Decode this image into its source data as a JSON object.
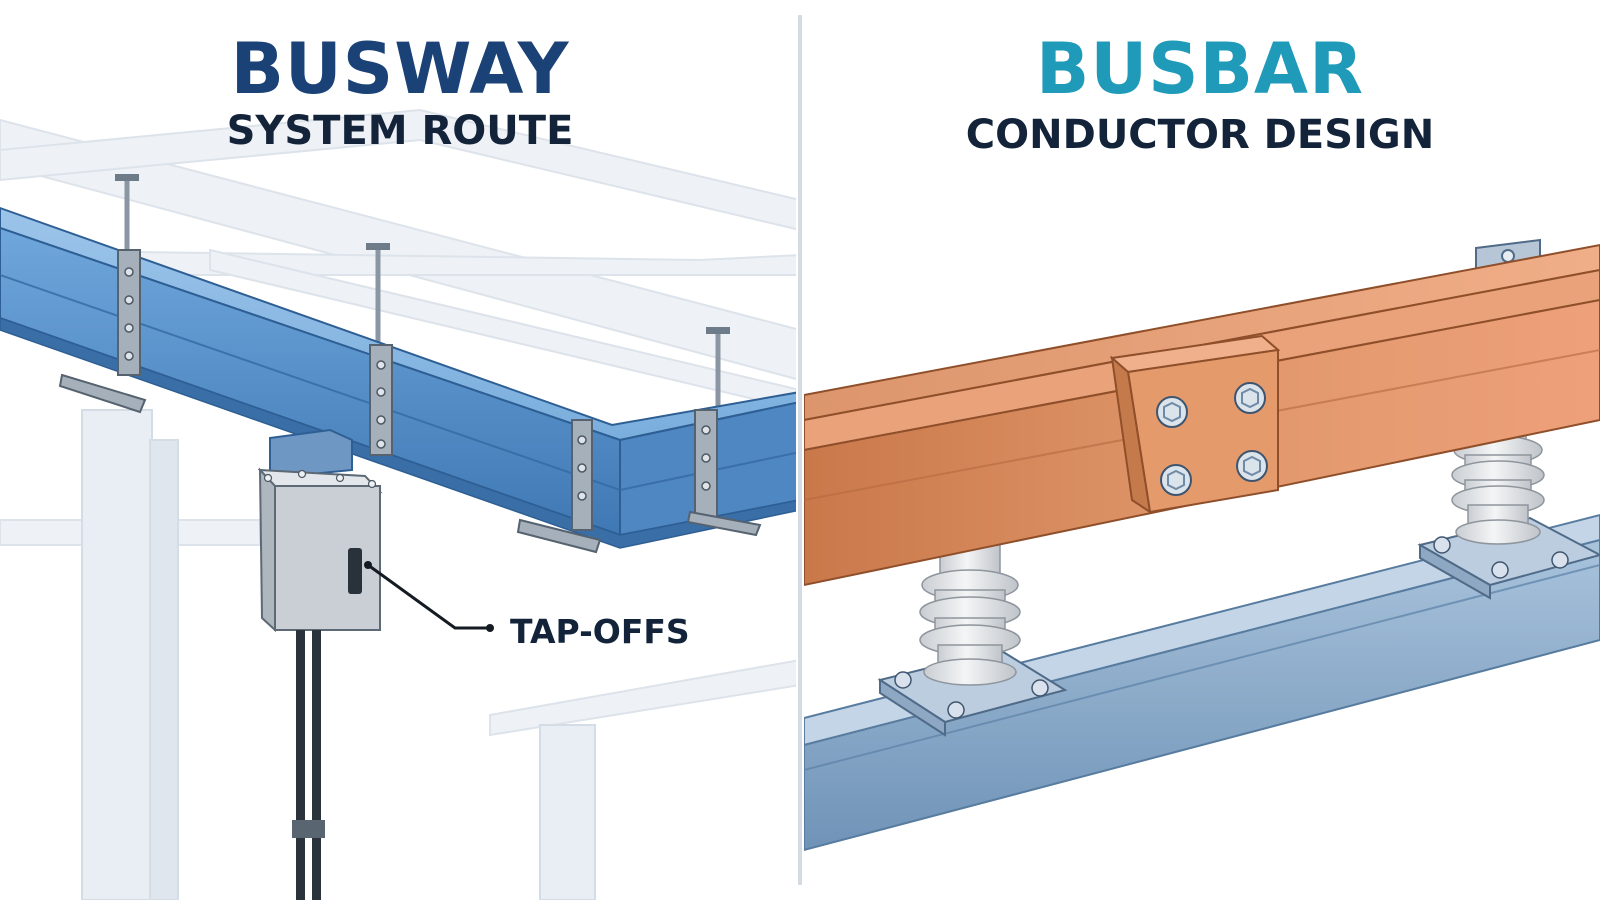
{
  "busway": {
    "title": "BUSWAY",
    "subtitle": "SYSTEM ROUTE",
    "callout": "TAP-OFFS"
  },
  "busbar": {
    "title": "BUSBAR",
    "subtitle": "CONDUCTOR DESIGN"
  },
  "colors": {
    "busway_title": "#1b4276",
    "busbar_title": "#1f9bb9",
    "subtitle": "#13233a",
    "divider": "#d5dbe3",
    "busway_duct": "#5a93cc",
    "copper": "#d0885c",
    "insulator": "#e9eaec",
    "rail": "#8aaccc"
  },
  "icons": {
    "busway_illustration": "busway-duct-icon",
    "busbar_illustration": "copper-busbar-icon"
  }
}
